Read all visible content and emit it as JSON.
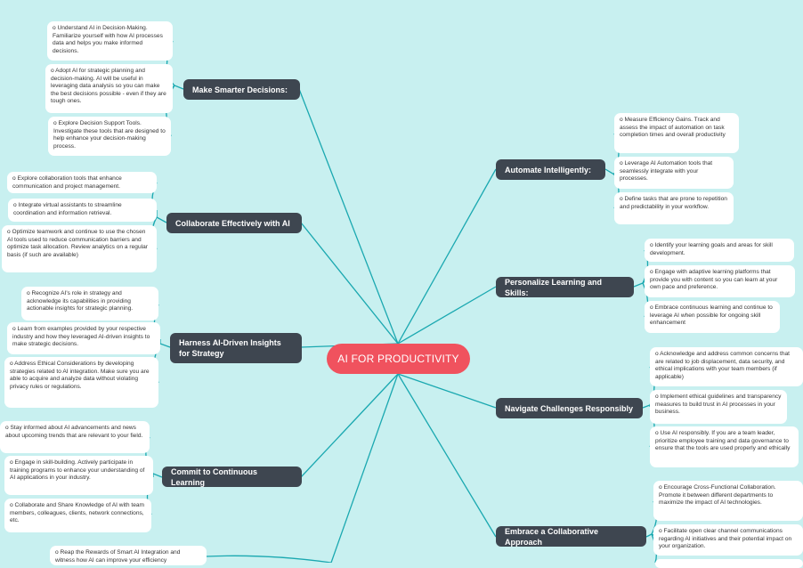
{
  "center": {
    "label": "AI FOR PRODUCTIVITY"
  },
  "left_topics": [
    {
      "label": "Make Smarter Decisions:",
      "items": [
        "o      Understand AI in Decision-Making. Familiarize yourself with how AI processes data and helps you make informed decisions.",
        "o      Adopt AI for strategic planning and decision-making. AI will be useful in leveraging data analysis so you can make the best decisions possible - even if they are tough ones.",
        "o      Explore Decision Support Tools. Investigate these tools that are designed to help enhance your decision-making process."
      ]
    },
    {
      "label": "Collaborate Effectively with AI",
      "items": [
        "o      Explore collaboration tools that enhance communication and project management.",
        "o      Integrate virtual assistants to streamline coordination and information retrieval.",
        "o      Optimize teamwork and continue to use the chosen AI tools used to reduce communication barriers and optimize task allocation. Review analytics on a regular basis (if such are available)"
      ]
    },
    {
      "label": "Harness AI-Driven Insights for Strategy",
      "items": [
        "o      Recognize AI's role in strategy and acknowledge its capabilities in providing actionable insights for strategic planning.",
        "o      Learn from examples provided by your respective industry and how they leveraged AI-driven insights to make strategic decisions.",
        "o      Address Ethical Considerations by developing strategies related to AI integration. Make sure you are able to acquire and analyze data without violating privacy rules or regulations."
      ]
    },
    {
      "label": "Commit to Continuous Learning",
      "items": [
        "o      Stay informed about AI advancements and news about upcoming trends that are relevant to your field.",
        "o      Engage in skill-building. Actively participate in training programs to enhance your understanding of AI applications in your industry.",
        "o      Collaborate and Share Knowledge of AI with team members, colleagues, clients, network connections, etc."
      ]
    },
    {
      "label": "",
      "items": [
        "o      Reap the Rewards of Smart AI Integration and witness how AI can improve your efficiency"
      ]
    }
  ],
  "right_topics": [
    {
      "label": "Automate Intelligently:",
      "items": [
        "o      Measure Efficiency Gains. Track and assess the impact of automation on task completion times and overall productivity",
        "o      Leverage AI Automation tools that seamlessly integrate with your processes.",
        "o      Define tasks that are prone to repetition and predictability in your workflow."
      ]
    },
    {
      "label": "Personalize Learning and Skills:",
      "items": [
        "o      Identify your learning goals and areas for skill development.",
        "o      Engage with adaptive learning platforms that provide you with content so you can learn at your own pace and preference.",
        "o      Embrace continuous learning and continue to leverage AI when possible for ongoing skill enhancement"
      ]
    },
    {
      "label": "Navigate Challenges Responsibly",
      "items": [
        "o      Acknowledge and address common concerns that are related to job displacement, data security, and ethical implications with your team members (if applicable)",
        "o      Implement ethical guidelines and transparency measures to build trust in AI processes in your business.",
        "o      Use AI responsibly. If you are a team leader, prioritize employee training and data governance to ensure that the tools are used properly and ethically"
      ]
    },
    {
      "label": "Embrace a Collaborative Approach",
      "items": [
        "o      Encourage Cross-Functional Collaboration. Promote it between different departments to maximize the impact of AI technologies.",
        "o      Facilitate open clear channel communications regarding AI initiatives and their potential impact on your organization."
      ]
    }
  ],
  "colors": {
    "background": "#c8f0f0",
    "center": "#f0525e",
    "topic": "#3e4650",
    "leaf": "#ffffff",
    "connector": "#1aa8b0"
  }
}
